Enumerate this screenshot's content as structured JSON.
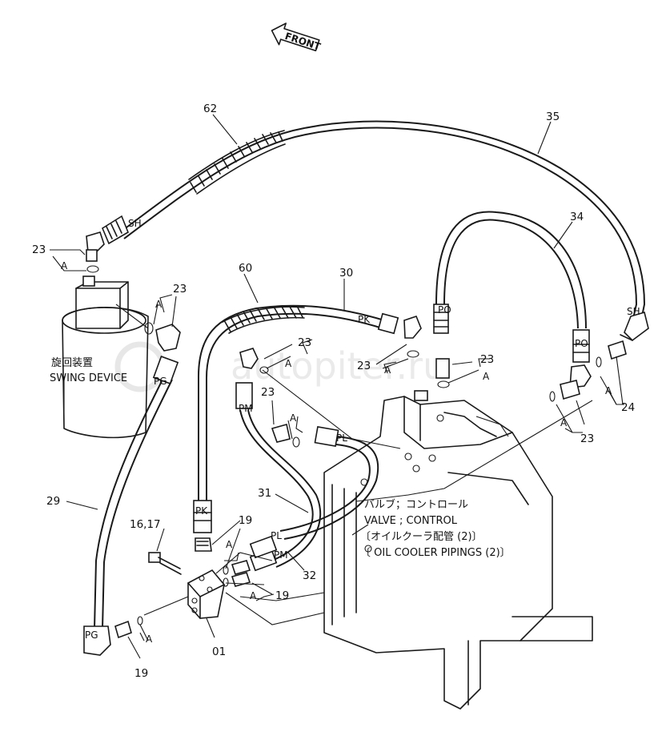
{
  "front_arrow": "FRONT",
  "watermark": "autopiter.ru",
  "swing_device": {
    "jp": "旋回装置",
    "en": "SWING DEVICE"
  },
  "valve_caption": {
    "jp1": "バルブ；コントロール",
    "en1": "VALVE ; CONTROL",
    "jp2": "〔オイルクーラ配管 (2)〕",
    "en2": "〔 OIL COOLER PIPINGS (2)〕"
  },
  "part_numbers": {
    "p62": "62",
    "p35": "35",
    "p34": "34",
    "p60": "60",
    "p30": "30",
    "p23a": "23",
    "p23b": "23",
    "p23c": "23",
    "p23d": "23",
    "p23e": "23",
    "p23f": "23",
    "p23g": "23",
    "p24": "24",
    "p29": "29",
    "p31": "31",
    "p32": "32",
    "p16": "16,17",
    "p19a": "19",
    "p19b": "19",
    "p19c": "19",
    "p01": "01"
  },
  "port_labels": {
    "sh1": "SH",
    "sh2": "SH",
    "pk1": "PK",
    "pk2": "PK",
    "po1": "PO",
    "po2": "PO",
    "pg1": "PG",
    "pg2": "PG",
    "pm1": "PM",
    "pm2": "PM",
    "pl1": "PL",
    "pl2": "PL"
  },
  "callout_a": "A"
}
